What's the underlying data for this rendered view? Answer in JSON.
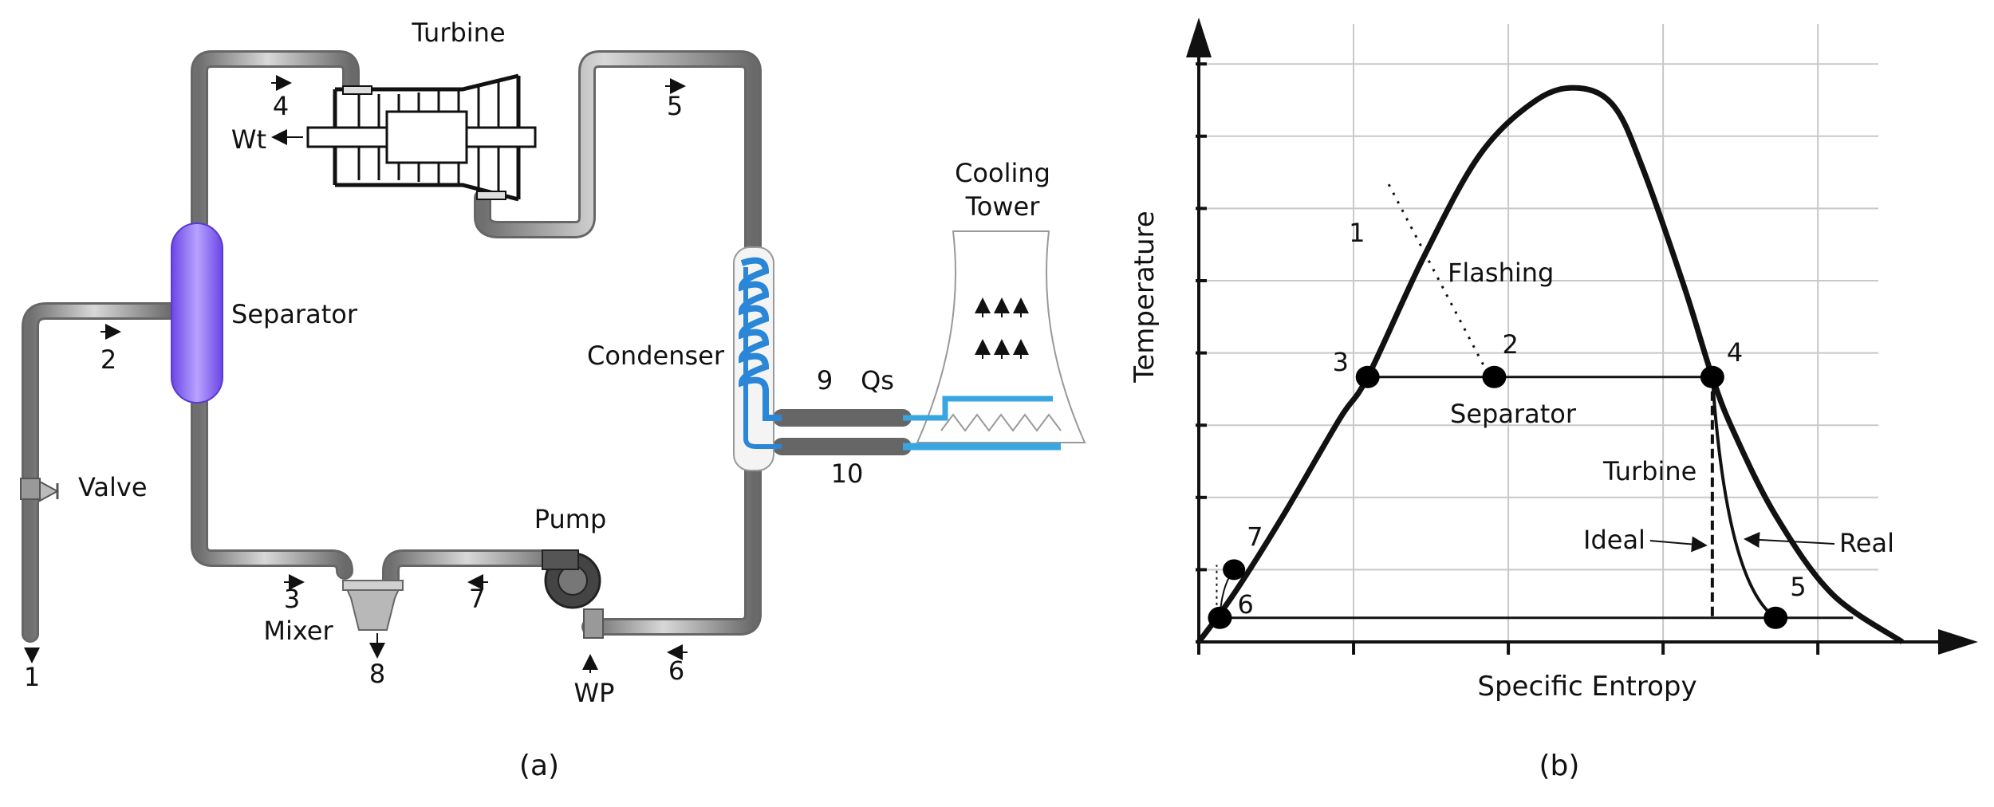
{
  "panel_a": {
    "caption": "(a)",
    "labels": {
      "turbine": "Turbine",
      "separator": "Separator",
      "valve": "Valve",
      "condenser": "Condenser",
      "cooling_tower_line1": "Cooling",
      "cooling_tower_line2": "Tower",
      "pump": "Pump",
      "mixer": "Mixer",
      "wt": "Wt",
      "wp": "WP",
      "qs": "Qs",
      "n1": "1",
      "n2": "2",
      "n3": "3",
      "n4": "4",
      "n5": "5",
      "n6": "6",
      "n7": "7",
      "n8": "8",
      "n9": "9",
      "n10": "10"
    },
    "colors": {
      "pipe": "#8c8c8c",
      "pipe_dark": "#555555",
      "separator": "#8f6cf2",
      "coil": "#2a86d6",
      "cooling_water": "#3aa6e0"
    }
  },
  "panel_b": {
    "caption": "(b)",
    "chart_data": {
      "type": "line",
      "xlabel": "Specific Entropy",
      "ylabel": "Temperature",
      "xlim": [
        0,
        10
      ],
      "ylim": [
        0,
        10
      ],
      "grid": true,
      "x_ticks": [
        0,
        2.2,
        4.4,
        6.6,
        8.8
      ],
      "y_ticks": [
        0,
        1.2,
        2.4,
        3.6,
        4.8,
        6.0,
        7.2,
        8.4,
        9.6
      ],
      "dome": {
        "x": [
          0,
          0.5,
          1.2,
          2.0,
          2.4,
          3.2,
          4.0,
          4.8,
          5.4,
          5.9,
          6.3,
          6.9,
          7.3,
          7.6,
          8.2,
          9.0,
          10.0
        ],
        "y": [
          0,
          0.8,
          2.1,
          3.7,
          4.4,
          6.4,
          8.1,
          9.0,
          9.2,
          8.9,
          7.9,
          5.9,
          4.4,
          3.5,
          2.1,
          0.8,
          0
        ]
      },
      "states": [
        {
          "label": "3",
          "x": 2.4,
          "y": 4.4
        },
        {
          "label": "2",
          "x": 4.2,
          "y": 4.4
        },
        {
          "label": "4",
          "x": 7.3,
          "y": 4.4
        },
        {
          "label": "5",
          "x": 8.2,
          "y": 0.4
        },
        {
          "label": "6",
          "x": 0.3,
          "y": 0.4
        },
        {
          "label": "7",
          "x": 0.5,
          "y": 1.2
        }
      ],
      "point1": {
        "label": "1",
        "x": 2.7,
        "y": 7.6
      },
      "annotations": {
        "flashing": "Flashing",
        "separator": "Separator",
        "turbine": "Turbine",
        "ideal": "Ideal",
        "real": "Real"
      }
    }
  }
}
